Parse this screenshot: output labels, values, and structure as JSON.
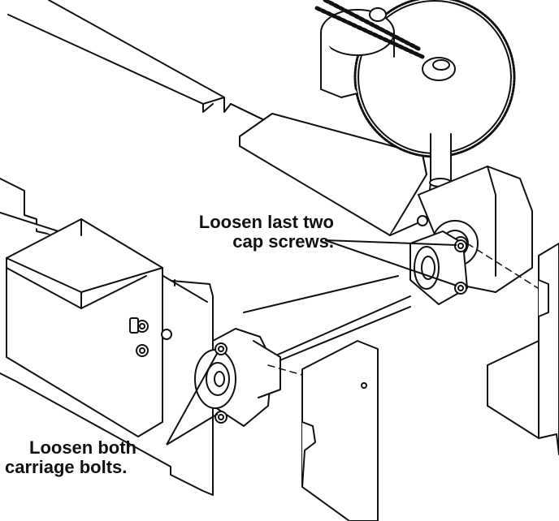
{
  "callouts": {
    "cap_screws": {
      "line1": "Loosen last two",
      "line2": "cap screws."
    },
    "carriage_bolts": {
      "line1": "Loosen both",
      "line2": "carriage bolts."
    }
  },
  "colors": {
    "stroke": "#111111",
    "fill": "#ffffff",
    "label": "#111111"
  }
}
